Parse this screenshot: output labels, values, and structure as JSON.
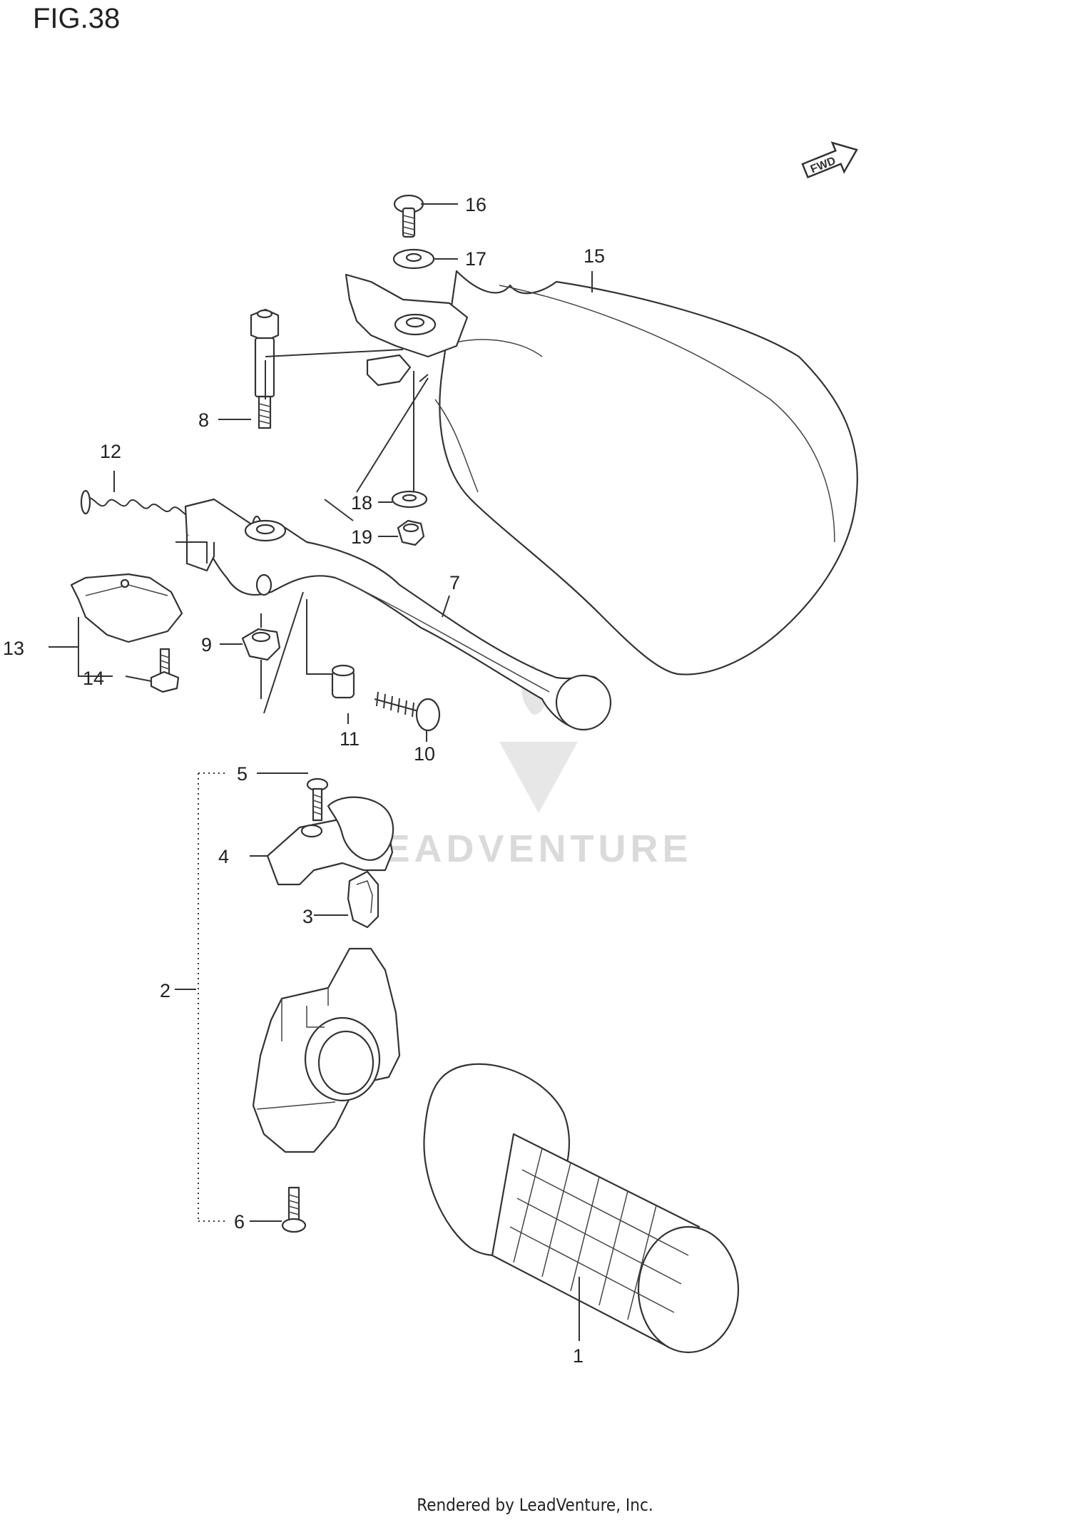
{
  "figure": {
    "title": "FIG.38"
  },
  "direction_marker": {
    "text": "FWD"
  },
  "watermark": {
    "text": "LEADVENTURE"
  },
  "credit": {
    "text": "Rendered by LeadVenture, Inc."
  },
  "callouts": [
    {
      "id": "1",
      "label": "1"
    },
    {
      "id": "2",
      "label": "2"
    },
    {
      "id": "3",
      "label": "3"
    },
    {
      "id": "4",
      "label": "4"
    },
    {
      "id": "5",
      "label": "5"
    },
    {
      "id": "6",
      "label": "6"
    },
    {
      "id": "7",
      "label": "7"
    },
    {
      "id": "8",
      "label": "8"
    },
    {
      "id": "9",
      "label": "9"
    },
    {
      "id": "10",
      "label": "10"
    },
    {
      "id": "11",
      "label": "11"
    },
    {
      "id": "12",
      "label": "12"
    },
    {
      "id": "13",
      "label": "13"
    },
    {
      "id": "14",
      "label": "14"
    },
    {
      "id": "15",
      "label": "15"
    },
    {
      "id": "16",
      "label": "16"
    },
    {
      "id": "17",
      "label": "17"
    },
    {
      "id": "18",
      "label": "18"
    },
    {
      "id": "19",
      "label": "19"
    }
  ]
}
